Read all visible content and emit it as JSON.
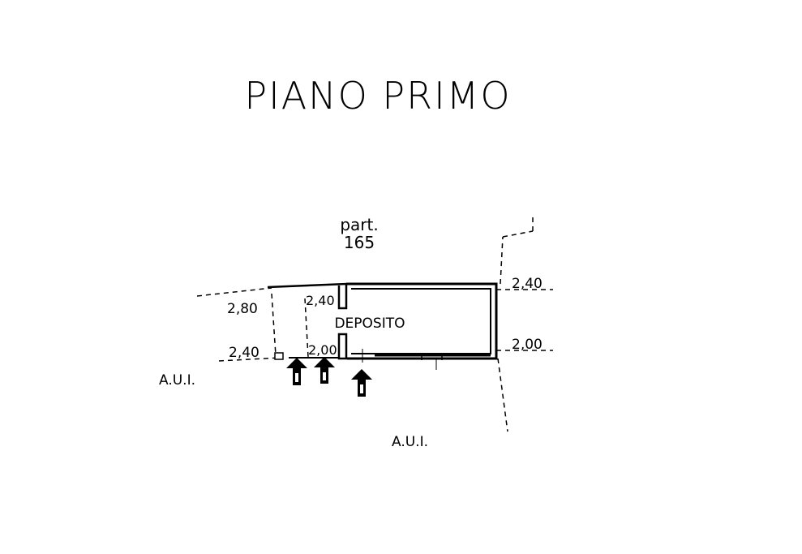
{
  "title": "PIANO PRIMO",
  "parcel": {
    "prefix": "part.",
    "number": "165"
  },
  "room": {
    "name": "DEPOSITO"
  },
  "heights": {
    "right_top": "2,40",
    "right_bottom": "2,00",
    "left_top": "2,80",
    "left_bottom": "2,40",
    "inner_top": "2,40",
    "inner_bottom": "2,00"
  },
  "adjacent": {
    "left": "A.U.I.",
    "bottom": "A.U.I."
  },
  "colors": {
    "ink": "#000000",
    "background": "#ffffff"
  },
  "icons": {
    "entrance_arrows": "arrow-up-icon"
  }
}
